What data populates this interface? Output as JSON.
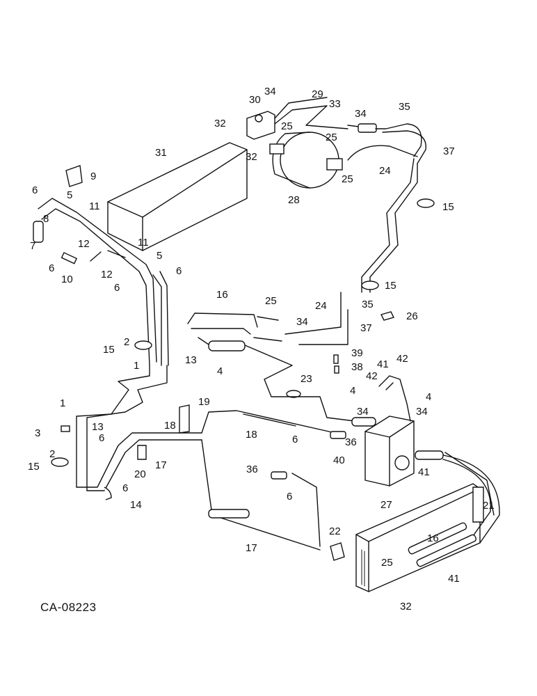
{
  "figure_code": "CA-08223",
  "callouts": {
    "c1a": "1",
    "c1b": "1",
    "c2a": "2",
    "c2b": "2",
    "c3": "3",
    "c4a": "4",
    "c4b": "4",
    "c4c": "4",
    "c5a": "5",
    "c5b": "5",
    "c6a": "6",
    "c6b": "6",
    "c6c": "6",
    "c6d": "6",
    "c6e": "6",
    "c6f": "6",
    "c6g": "6",
    "c6h": "6",
    "c7": "7",
    "c8": "8",
    "c9": "9",
    "c10": "10",
    "c11a": "11",
    "c11b": "11",
    "c12a": "12",
    "c12b": "12",
    "c13a": "13",
    "c13b": "13",
    "c14": "14",
    "c15a": "15",
    "c15b": "15",
    "c15c": "15",
    "c15d": "15",
    "c16a": "16",
    "c16b": "16",
    "c17a": "17",
    "c17b": "17",
    "c18a": "18",
    "c18b": "18",
    "c19": "19",
    "c20": "20",
    "c21": "21",
    "c22": "22",
    "c23": "23",
    "c24a": "24",
    "c24b": "24",
    "c25a": "25",
    "c25b": "25",
    "c25c": "25",
    "c25d": "25",
    "c25e": "25",
    "c26": "26",
    "c27": "27",
    "c28": "28",
    "c29": "29",
    "c30": "30",
    "c31": "31",
    "c32a": "32",
    "c32b": "32",
    "c32c": "32",
    "c33": "33",
    "c34a": "34",
    "c34b": "34",
    "c34c": "34",
    "c34d": "34",
    "c34e": "34",
    "c35a": "35",
    "c35b": "35",
    "c36a": "36",
    "c36b": "36",
    "c37a": "37",
    "c37b": "37",
    "c38": "38",
    "c39": "39",
    "c40": "40",
    "c41a": "41",
    "c41b": "41",
    "c41c": "41",
    "c42a": "42",
    "c42b": "42"
  }
}
